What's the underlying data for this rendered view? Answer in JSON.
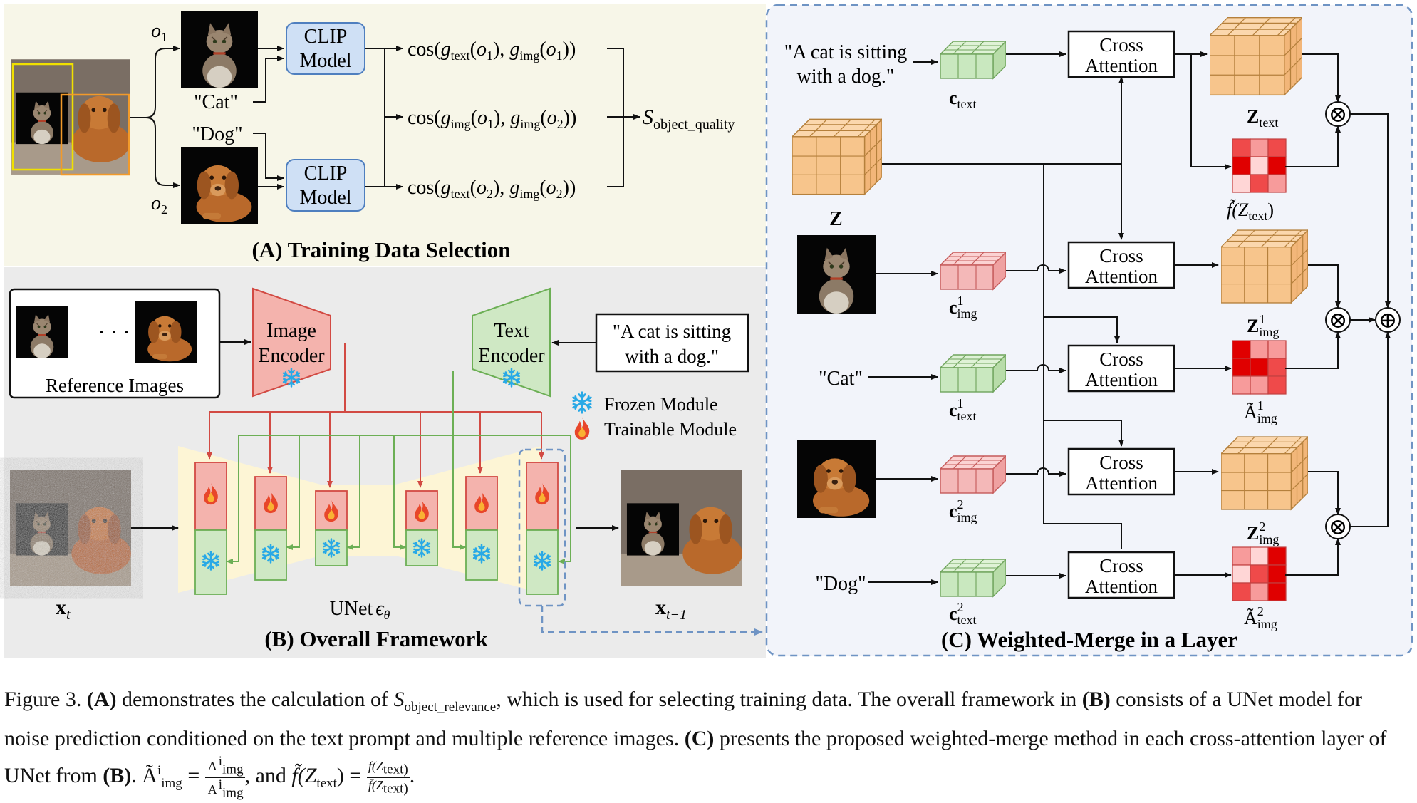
{
  "panelA": {
    "title": "(A) Training Data Selection",
    "o1": "o",
    "o1_sub": "1",
    "o2": "o",
    "o2_sub": "2",
    "cat_label": "\"Cat\"",
    "dog_label": "\"Dog\"",
    "clip_line1": "CLIP",
    "clip_line2": "Model",
    "cos1": "cos(g_text(o1), g_img(o1))",
    "cos2": "cos(g_img(o1), g_img(o2))",
    "cos3": "cos(g_text(o2), g_img(o2))",
    "score": "S",
    "score_sub": "object_quality"
  },
  "panelB": {
    "title": "(B) Overall Framework",
    "reference_label": "Reference Images",
    "dots": "· · ·",
    "image_encoder_1": "Image",
    "image_encoder_2": "Encoder",
    "text_encoder_1": "Text",
    "text_encoder_2": "Encoder",
    "prompt_1": "\"A cat is sitting",
    "prompt_2": "with a dog.\"",
    "legend_frozen": "Frozen Module",
    "legend_trainable": "Trainable Module",
    "xt": "x",
    "xt_sub": "t",
    "xt1": "x",
    "xt1_sub": "t−1",
    "unet": "UNet",
    "unet_eps": "ϵ",
    "unet_eps_sub": "θ"
  },
  "panelC": {
    "title": "(C) Weighted-Merge in a Layer",
    "prompt_1": "\"A cat is sitting",
    "prompt_2": "with a dog.\"",
    "cross_1": "Cross",
    "cross_2": "Attention",
    "z": "Z",
    "c_text": "c",
    "c_text_sub": "text",
    "c_img1_sup": "1",
    "c_img1_sub": "img",
    "c_text1_sup": "1",
    "c_text1_sub": "text",
    "c_img2_sup": "2",
    "c_img2_sub": "img",
    "c_text2_sup": "2",
    "c_text2_sub": "text",
    "cat_word": "\"Cat\"",
    "dog_word": "\"Dog\"",
    "z_text": "Z",
    "z_text_sub": "text",
    "f_ztext": "f̃(Z",
    "f_ztext_sub": "text",
    "f_close": ")",
    "z_img1": "Z",
    "z_img1_sup": "1",
    "z_img1_sub": "img",
    "a_img1": "Ã",
    "a_img1_sup": "1",
    "a_img1_sub": "img",
    "z_img2": "Z",
    "z_img2_sup": "2",
    "z_img2_sub": "img",
    "a_img2": "Ã",
    "a_img2_sup": "2",
    "a_img2_sub": "img",
    "otimes": "⊗",
    "oplus": "⊕"
  },
  "caption": {
    "p1": "Figure 3. ",
    "p2": "(A)",
    "p3": " demonstrates the calculation of ",
    "p4": "S",
    "p5": "object_relevance",
    "p6": ", which is used for selecting training data. The overall framework in ",
    "p7": "(B)",
    "p8": " consists of a UNet model for noise prediction conditioned on the text prompt and multiple reference images. ",
    "p9": "(C)",
    "p10": " presents the proposed weighted-merge method in each cross-attention layer of UNet from ",
    "p11": "(B)",
    "p12": ". Ã",
    "p13": "i",
    "p14": "img",
    "p15": " = ",
    "p16": "A",
    "p17": "Ā",
    "p18": ", and ",
    "p19": "f̃(Z",
    "p20": "text",
    "p21": ") = ",
    "p22": "f(Z",
    "p23": "f̄(Z",
    "p24": "text)",
    "p25": "."
  },
  "colors": {
    "panelA_bg": "#f7f6e8",
    "panelB_bg": "#ebebeb",
    "panelC_bg": "#f2f4fa",
    "clip_box": "#cfe0f5",
    "encoder": "#f4b3ad",
    "text_encoder": "#cfe8c4",
    "red_arrow": "#d24a43",
    "green_arrow": "#6caf55",
    "blue_dash": "#6f94c4",
    "tensor_orange": "#f7c58c",
    "tensor_green": "#c9e8bf",
    "tensor_red": "#f4b8b8"
  },
  "icons": [
    "cat-photo-icon",
    "dog-photo-icon",
    "snowflake-icon",
    "flame-icon",
    "cube-tensor-icon",
    "heatmap-icon"
  ]
}
